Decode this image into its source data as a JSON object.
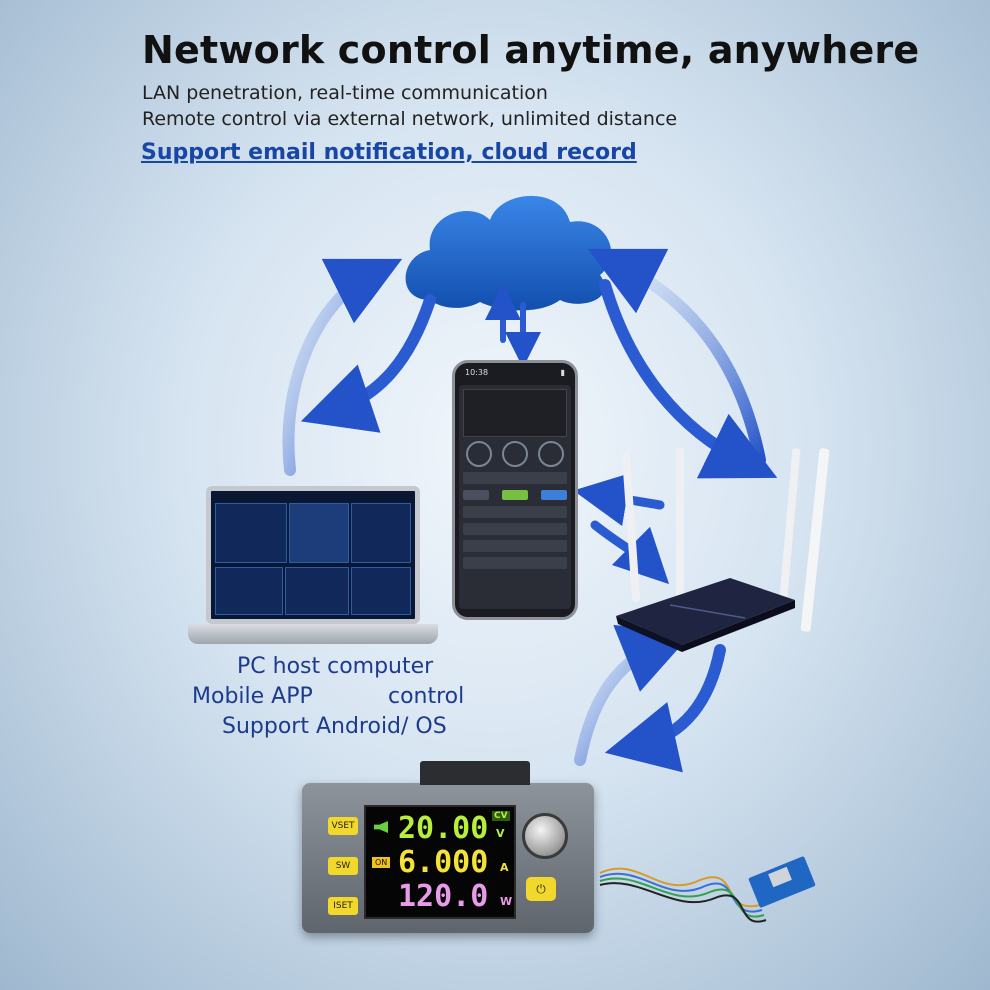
{
  "header": {
    "title": "Network control anytime, anywhere",
    "line1": "LAN penetration, real-time communication",
    "line2": "Remote control via external network, unlimited distance",
    "link": "Support email notification, cloud record"
  },
  "caption": {
    "line1": "PC host computer",
    "line2a": "Mobile APP",
    "line2b": "control",
    "line3": "Support Android/ OS"
  },
  "phone": {
    "time": "10:38"
  },
  "psu": {
    "voltage": "20.00",
    "voltage_unit": "V",
    "voltage_mode": "CV",
    "current": "6.000",
    "current_unit": "A",
    "power": "120.0",
    "power_unit": "W",
    "status": "ON",
    "key_vset": "VSET",
    "key_sw": "SW",
    "key_iset": "ISET",
    "power_symbol": "⏻"
  },
  "colors": {
    "arrow": "#2a5bd0",
    "cloud": "#1e63c9",
    "link": "#1746a6"
  },
  "icons": [
    "cloud-icon",
    "laptop",
    "smartphone",
    "wifi-router",
    "power-supply-module",
    "wifi-module"
  ]
}
